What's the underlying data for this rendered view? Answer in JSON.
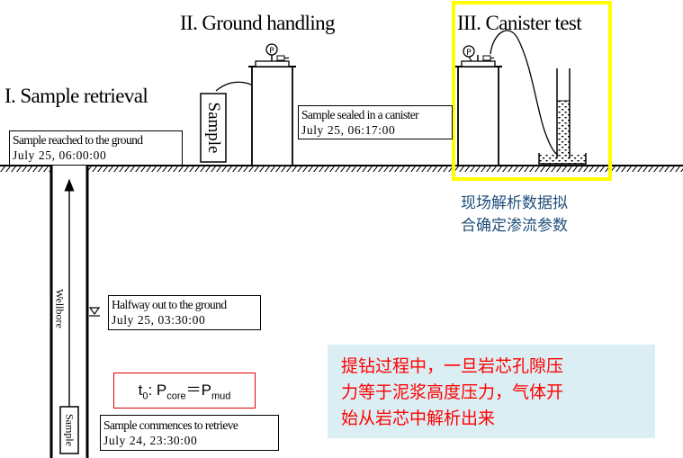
{
  "headings": {
    "stage1": "I. Sample retrieval",
    "stage2": "II. Ground handling",
    "stage3": "III. Canister test"
  },
  "labels": {
    "sample_stage2": "Sample",
    "wellbore": "Wellbore",
    "sample_well": "Sample",
    "gauge_symbol": "P"
  },
  "events": {
    "reached": {
      "line1": "Sample reached to the ground",
      "line2": "July 25, 06:00:00"
    },
    "sealed": {
      "line1": "Sample sealed in a canister",
      "line2": "July 25, 06:17:00"
    },
    "halfway": {
      "line1": "Halfway out to the ground",
      "line2": "July 25, 03:30:00"
    },
    "commence": {
      "line1": "Sample commences to retrieve",
      "line2": "July 24, 23:30:00"
    }
  },
  "formula": {
    "t": "t",
    "t_sub": "0",
    "sep": ": P",
    "core_sub": "core",
    "eq": "＝P",
    "mud_sub": "mud"
  },
  "notes": {
    "fit_line1": "现场解析数据拟",
    "fit_line2": "合确定渗流参数",
    "callout_line1": "提钻过程中，一旦岩芯孔隙压",
    "callout_line2": "力等于泥浆高度压力，气体开",
    "callout_line3": "始从岩芯中解析出来"
  },
  "colors": {
    "highlight_box": "#ffff00",
    "formula_border": "#e00000",
    "callout_bg": "#dbeef3",
    "callout_text": "#ff0000",
    "fit_text": "#1f4e79"
  }
}
